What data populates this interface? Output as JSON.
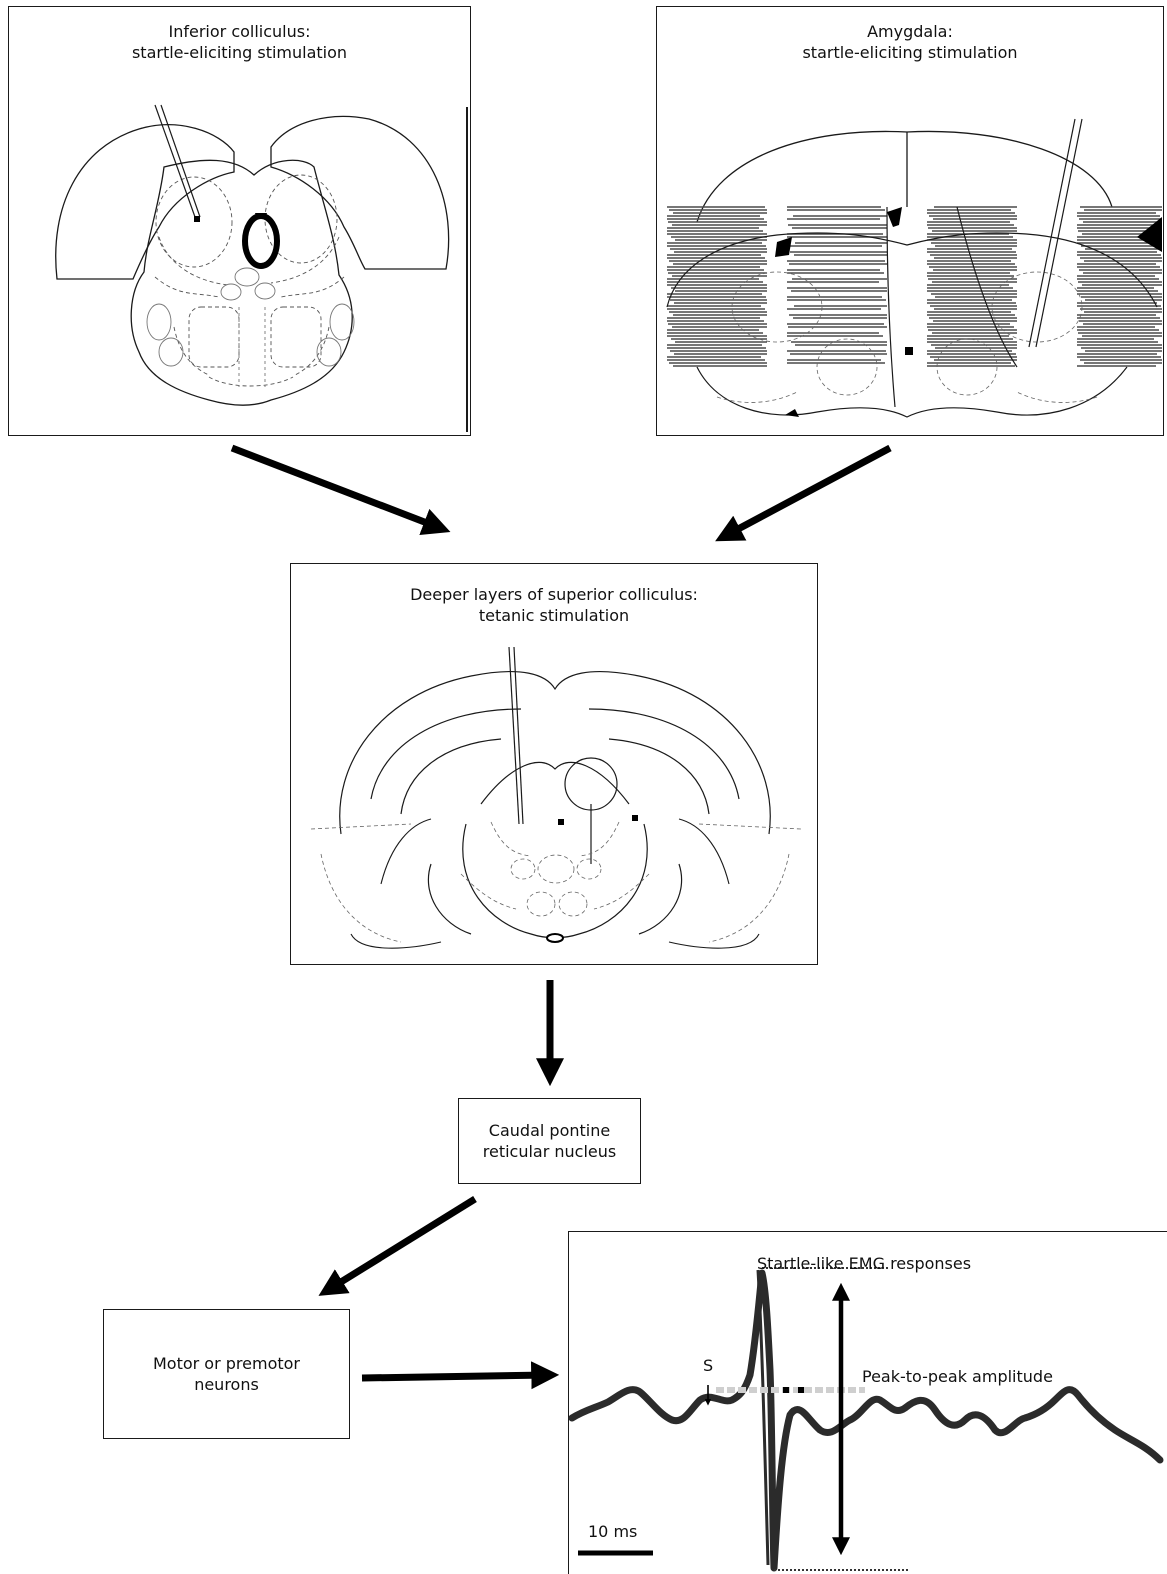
{
  "panels": {
    "inferior_colliculus": {
      "title_line1": "Inferior colliculus:",
      "title_line2": "startle-eliciting stimulation"
    },
    "amygdala": {
      "title_line1": "Amygdala:",
      "title_line2": "startle-eliciting stimulation"
    },
    "superior_colliculus": {
      "title_line1": "Deeper layers of superior colliculus:",
      "title_line2": "tetanic stimulation"
    }
  },
  "boxes": {
    "caudal_pontine": {
      "line1": "Caudal pontine",
      "line2": "reticular nucleus"
    },
    "motor_neurons": {
      "line1": "Motor or premotor",
      "line2": "neurons"
    }
  },
  "emg": {
    "title": "Startle-like EMG responses",
    "stimulus_label": "S",
    "amplitude_label": "Peak-to-peak amplitude",
    "scale_label": "10 ms"
  },
  "colors": {
    "ink": "#1a1a1a",
    "hatch": "#4a4a4a",
    "trace": "#2b2b2b"
  }
}
